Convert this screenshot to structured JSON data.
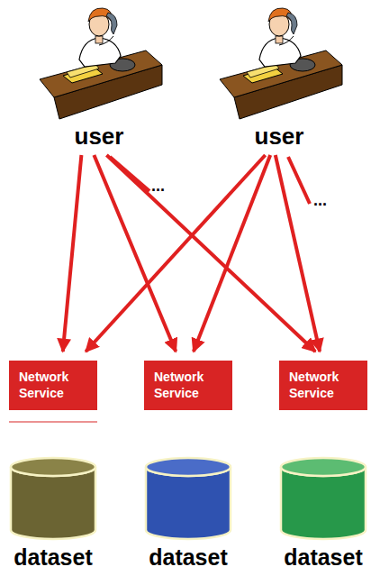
{
  "diagram": {
    "nodes": [
      {
        "text": [
          "user"
        ]
      },
      {
        "text": [
          "user"
        ]
      },
      {
        "text": [
          "Network Service"
        ]
      },
      {
        "text": [
          "Network Service"
        ]
      },
      {
        "text": [
          "Network Service"
        ]
      },
      {
        "text": [
          "dataset"
        ]
      },
      {
        "text": [
          "dataset"
        ]
      },
      {
        "text": [
          "dataset"
        ]
      }
    ],
    "edges": [
      {
        "from": 0,
        "to": 2,
        "arrow": "to"
      },
      {
        "from": 0,
        "to": 3,
        "arrow": "to"
      },
      {
        "from": 0,
        "to": 4,
        "arrow": "to"
      },
      {
        "from": 1,
        "to": 2,
        "arrow": "to"
      },
      {
        "from": 1,
        "to": 3,
        "arrow": "to"
      },
      {
        "from": 1,
        "to": 4,
        "arrow": "to"
      }
    ],
    "labels": [
      "...",
      "..."
    ]
  }
}
